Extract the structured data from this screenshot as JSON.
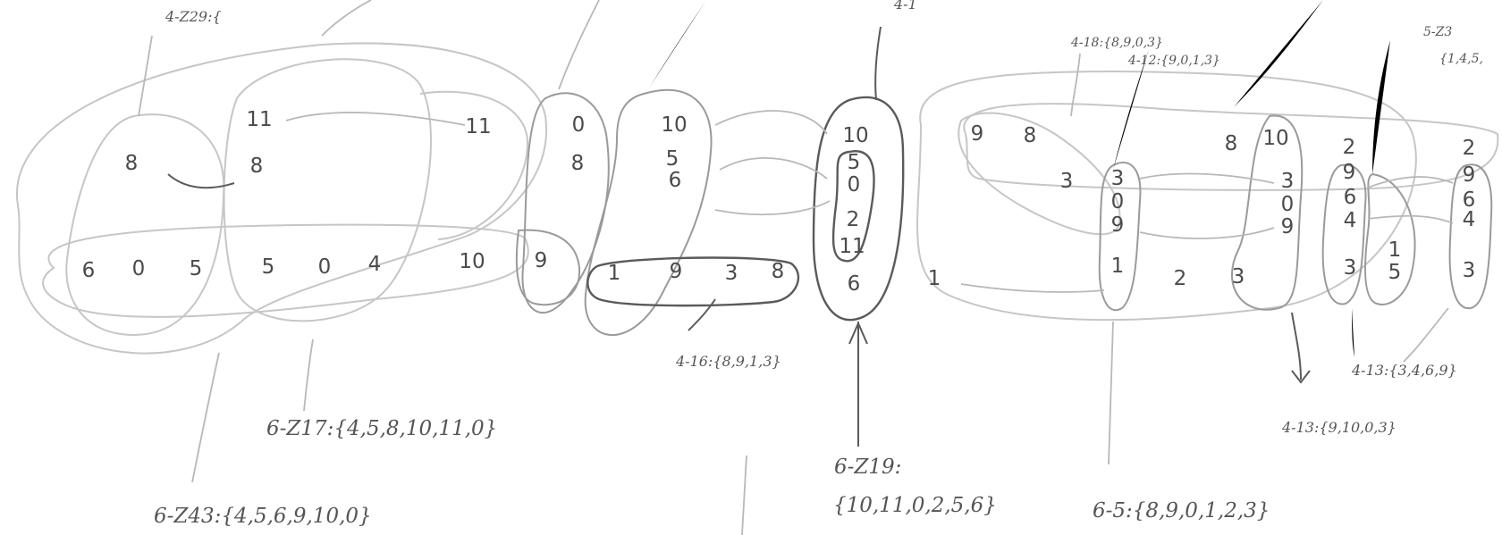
{
  "labels": {
    "top_left": "4-Z29:{",
    "top_center": "4-1",
    "top_4_18": "4-18:{8,9,0,3}",
    "top_4_12": "4-12:{9,0,1,3}",
    "top_right": "5-Z3",
    "top_right_set": "{1,4,5,",
    "l_4_16": "4-16:{8,9,1,3}",
    "l_6_z17": "6-Z17:{4,5,8,10,11,0}",
    "l_6_z43": "6-Z43:{4,5,6,9,10,0}",
    "l_6_z19": "6-Z19:",
    "l_6_z19_set": "{10,11,0,2,5,6}",
    "l_6_5": "6-5:{8,9,0,1,2,3}",
    "l_4_13a": "4-13:{3,4,6,9}",
    "l_4_13b": "4-13:{9,10,0,3}"
  },
  "pcs": {
    "a1": "11",
    "a2": "11",
    "a3": "8",
    "a4": "8",
    "a5": "0",
    "a6": "8",
    "a7": "10",
    "a8": "5",
    "a9": "6",
    "b1": "6",
    "b2": "0",
    "b3": "5",
    "b4": "5",
    "b5": "0",
    "b6": "4",
    "b7": "10",
    "b8": "9",
    "b9": "1",
    "b10": "9",
    "b11": "3",
    "b12": "8",
    "c1": "10",
    "c2": "5",
    "c3": "0",
    "c4": "2",
    "c5": "11",
    "c6": "6",
    "d1": "9",
    "d2": "8",
    "d3": "3",
    "d4": "3",
    "d5": "0",
    "d6": "9",
    "d7": "1",
    "d8": "8",
    "d9": "10",
    "d10": "3",
    "d11": "0",
    "d12": "9",
    "e1": "2",
    "e2": "9",
    "e3": "6",
    "e4": "4",
    "e5": "3",
    "e6": "1",
    "e7": "5",
    "e8": "2",
    "e9": "9",
    "e10": "6",
    "e11": "4",
    "e12": "3",
    "f1": "1",
    "f2": "2",
    "f3": "3"
  }
}
